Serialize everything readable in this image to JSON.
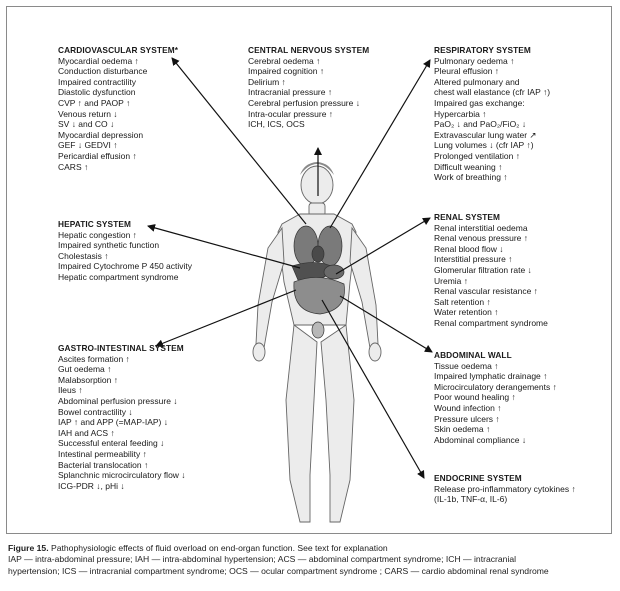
{
  "blocks": {
    "cardio": {
      "title": "CARDIOVASCULAR SYSTEM*",
      "lines": [
        "Myocardial oedema ↑",
        "Conduction disturbance",
        "Impaired contractility",
        "Diastolic dysfunction",
        "CVP ↑ and PAOP ↑",
        "Venous return ↓",
        "SV ↓ and CO ↓",
        "Myocardial depression",
        "GEF ↓ GEDVI ↑",
        "Pericardial effusion ↑",
        "CARS ↑"
      ]
    },
    "cns": {
      "title": "CENTRAL NERVOUS SYSTEM",
      "lines": [
        "Cerebral oedema ↑",
        "Impaired cognition ↑",
        "Delirium ↑",
        "Intracranial pressure ↑",
        "Cerebral perfusion pressure ↓",
        "Intra-ocular pressure ↑",
        "ICH, ICS, OCS"
      ]
    },
    "resp": {
      "title": "RESPIRATORY SYSTEM",
      "lines": [
        "Pulmonary oedema ↑",
        "Pleural effusion ↑",
        "Altered pulmonary and",
        "chest wall elastance (cfr IAP ↑)",
        "Impaired gas exchange:",
        "Hypercarbia ↑",
        "PaO₂ ↓ and PaO₂/FiO₂ ↓",
        "Extravascular lung water ↗",
        "Lung volumes ↓ (cfr IAP ↑)",
        "Prolonged ventilation ↑",
        "Difficult weaning ↑",
        "Work of breathing ↑"
      ]
    },
    "hepatic": {
      "title": "HEPATIC SYSTEM",
      "lines": [
        "Hepatic congestion ↑",
        "Impaired synthetic function",
        "Cholestasis ↑",
        "Impaired Cytochrome P 450 activity",
        "Hepatic compartment syndrome"
      ]
    },
    "renal": {
      "title": "RENAL SYSTEM",
      "lines": [
        "Renal interstitial oedema",
        "Renal venous pressure ↑",
        "Renal blood flow ↓",
        "Interstitial pressure ↑",
        "Glomerular filtration rate ↓",
        "Uremia ↑",
        "Renal vascular resistance ↑",
        "Salt retention ↑",
        "Water retention ↑",
        "Renal compartment syndrome"
      ]
    },
    "gi": {
      "title": "GASTRO-INTESTINAL SYSTEM",
      "lines": [
        "Ascites formation ↑",
        "Gut oedema ↑",
        "Malabsorption ↑",
        "Ileus ↑",
        "Abdominal perfusion pressure ↓",
        "Bowel contractility ↓",
        "IAP ↑ and APP (=MAP-IAP) ↓",
        "IAH and ACS ↑",
        "Successful enteral feeding ↓",
        "Intestinal permeability ↑",
        "Bacterial translocation ↑",
        "Splanchnic microcirculatory flow ↓",
        "ICG-PDR ↓, pHi ↓"
      ]
    },
    "abdwall": {
      "title": "ABDOMINAL WALL",
      "lines": [
        "Tissue oedema ↑",
        "Impaired lymphatic drainage ↑",
        "Microcirculatory derangements ↑",
        "Poor wound healing ↑",
        "Wound infection ↑",
        "Pressure ulcers ↑",
        "Skin oedema ↑",
        "Abdominal compliance ↓"
      ]
    },
    "endo": {
      "title": "ENDOCRINE SYSTEM",
      "lines": [
        "Release pro-inflammatory cytokines ↑",
        "(IL-1b, TNF-α, IL-6)"
      ]
    }
  },
  "caption": {
    "title": "Figure 15.",
    "text1": " Pathophysiologic effects of fluid overload on end-organ function.  See text for explanation",
    "text2": "IAP — intra-abdominal pressure; IAH — intra-abdominal hypertension; ACS — abdominal compartment syndrome; ICH — intracranial",
    "text3": "hypertension; ICS — intracranial compartment syndrome; OCS — ocular compartment syndrome ; CARS — cardio abdominal renal syndrome"
  },
  "colors": {
    "text": "#1a1a1a",
    "line": "#111111",
    "body_fill": "#ededed",
    "body_outline": "#555555",
    "organ": "#5a5a5a",
    "frame": "#8a8a8a"
  }
}
